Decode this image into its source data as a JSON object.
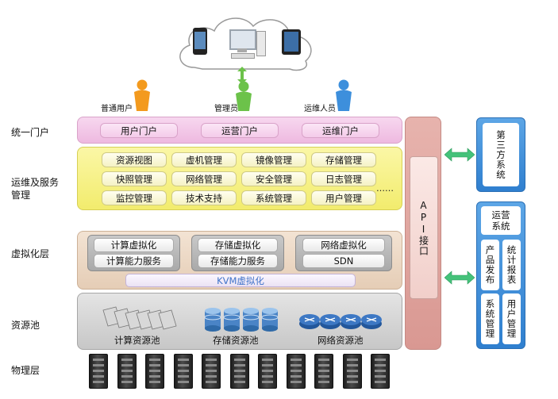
{
  "users": [
    {
      "label": "普通用户",
      "color": "#f39a1e"
    },
    {
      "label": "管理员",
      "color": "#6cc24a"
    },
    {
      "label": "运维人员",
      "color": "#3d8fdc"
    }
  ],
  "rows": {
    "portal": "统一门户",
    "ops": "运维及服务管理",
    "virt": "虚拟化层",
    "pool": "资源池",
    "phys": "物理层"
  },
  "portal_items": [
    "用户门户",
    "运营门户",
    "运维门户"
  ],
  "ops_items": [
    [
      "资源视图",
      "虚机管理",
      "镜像管理",
      "存储管理"
    ],
    [
      "快照管理",
      "网络管理",
      "安全管理",
      "日志管理"
    ],
    [
      "监控管理",
      "技术支持",
      "系统管理",
      "用户管理"
    ]
  ],
  "ops_more": "……",
  "virt_groups": [
    [
      "计算虚拟化",
      "计算能力服务"
    ],
    [
      "存储虚拟化",
      "存储能力服务"
    ],
    [
      "网络虚拟化",
      "SDN"
    ]
  ],
  "kvm": "KVM虚拟化",
  "pools": [
    "计算资源池",
    "存储资源池",
    "网络资源池"
  ],
  "api": "API接口",
  "side": {
    "third_party": "第三方系统",
    "ops_system": "运营系统",
    "ops_sub": [
      "产品发布",
      "统计报表",
      "系统管理",
      "用户管理"
    ]
  },
  "colors": {
    "portal_band": "#f1c0e6",
    "ops_band": "#f7f27d",
    "virt_band": "#ecd7c3",
    "pool_band": "#cfcfcf",
    "api_bar": "#e0a9a3",
    "side_blue": "#3b88d6",
    "arrow": "#44c27a",
    "kvm": "#3f73c9"
  }
}
